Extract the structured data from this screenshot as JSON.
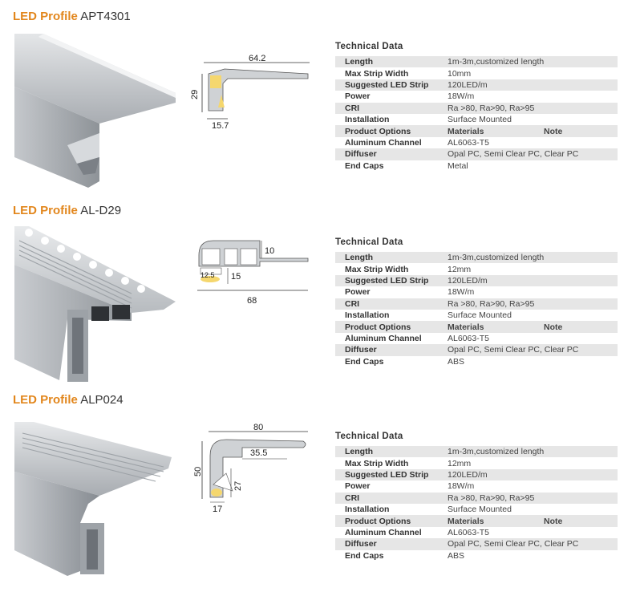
{
  "products": [
    {
      "brand": "LED Profile",
      "model": "APT4301",
      "dims": {
        "width": "64.2",
        "height": "29",
        "bottom": "15.7"
      },
      "tech_title": "Technical Data",
      "rows": [
        {
          "k": "Length",
          "v": "1m-3m,customized length"
        },
        {
          "k": "Max Strip Width",
          "v": "10mm"
        },
        {
          "k": "Suggested LED Strip",
          "v": "120LED/m"
        },
        {
          "k": "Power",
          "v": "18W/m"
        },
        {
          "k": "CRI",
          "v": "Ra >80, Ra>90, Ra>95"
        },
        {
          "k": "Installation",
          "v": "Surface Mounted"
        },
        {
          "k": "Product Options",
          "v": "Materials",
          "n": "Note"
        },
        {
          "k": "Aluminum Channel",
          "v": "AL6063-T5"
        },
        {
          "k": "Diffuser",
          "v": "Opal PC, Semi Clear PC, Clear PC"
        },
        {
          "k": "End Caps",
          "v": "Metal"
        }
      ]
    },
    {
      "brand": "LED Profile",
      "model": "AL-D29",
      "dims": {
        "width": "68",
        "top": "10",
        "height": "15",
        "slot": "12.5"
      },
      "tech_title": "Technical Data",
      "rows": [
        {
          "k": "Length",
          "v": "1m-3m,customized length"
        },
        {
          "k": "Max Strip Width",
          "v": "12mm"
        },
        {
          "k": "Suggested LED Strip",
          "v": "120LED/m"
        },
        {
          "k": "Power",
          "v": "18W/m"
        },
        {
          "k": "CRI",
          "v": "Ra >80, Ra>90, Ra>95"
        },
        {
          "k": "Installation",
          "v": "Surface Mounted"
        },
        {
          "k": "Product Options",
          "v": "Materials",
          "n": "Note"
        },
        {
          "k": "Aluminum Channel",
          "v": "AL6063-T5"
        },
        {
          "k": "Diffuser",
          "v": "Opal PC, Semi Clear PC, Clear PC"
        },
        {
          "k": "End Caps",
          "v": "ABS"
        }
      ]
    },
    {
      "brand": "LED Profile",
      "model": "ALP024",
      "dims": {
        "width": "80",
        "height": "50",
        "inner": "35.5",
        "depth": "27",
        "bottom": "17"
      },
      "tech_title": "Technical Data",
      "rows": [
        {
          "k": "Length",
          "v": "1m-3m,customized length"
        },
        {
          "k": "Max Strip Width",
          "v": "12mm"
        },
        {
          "k": "Suggested LED Strip",
          "v": "120LED/m"
        },
        {
          "k": "Power",
          "v": "18W/m"
        },
        {
          "k": "CRI",
          "v": "Ra >80, Ra>90, Ra>95"
        },
        {
          "k": "Installation",
          "v": "Surface Mounted"
        },
        {
          "k": "Product Options",
          "v": "Materials",
          "n": "Note"
        },
        {
          "k": "Aluminum Channel",
          "v": "AL6063-T5"
        },
        {
          "k": "Diffuser",
          "v": "Opal PC, Semi Clear PC, Clear PC"
        },
        {
          "k": "End Caps",
          "v": "ABS"
        }
      ]
    }
  ],
  "colors": {
    "brand": "#e2861c",
    "row_shade": "#e6e6e6",
    "led": "#f5d76e"
  }
}
